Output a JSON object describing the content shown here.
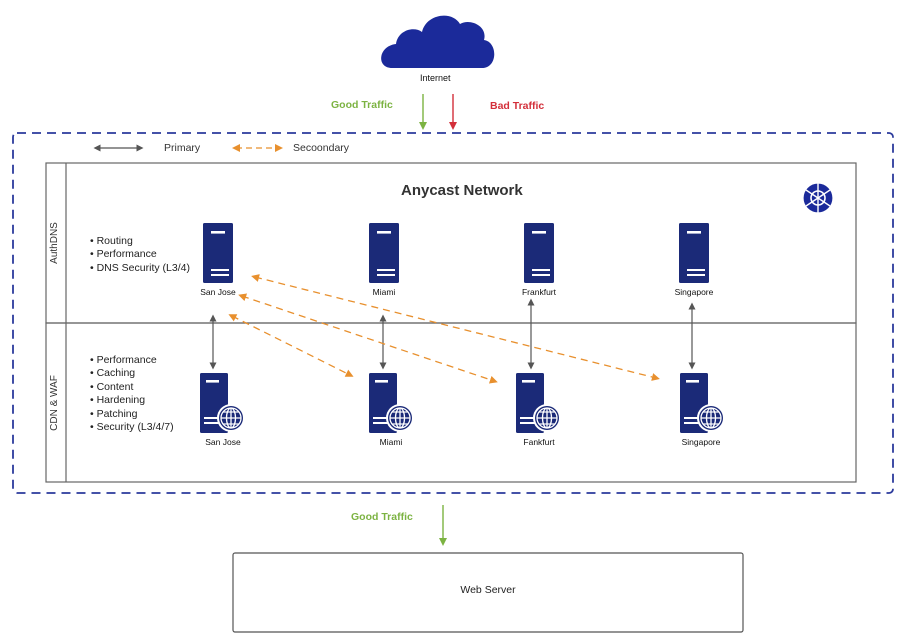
{
  "cloud": {
    "label": "Internet"
  },
  "traffic_in": {
    "good": "Good Traffic",
    "bad": "Bad Traffic"
  },
  "traffic_out": {
    "good": "Good Traffic"
  },
  "legend": {
    "primary": "Primary",
    "secondary": "Secoondary"
  },
  "network": {
    "title": "Anycast Network"
  },
  "auth_dns": {
    "section_label": "AuthDNS",
    "features": [
      "Routing",
      "Performance",
      "DNS Security (L3/4)"
    ],
    "nodes": [
      "San Jose",
      "Miami",
      "Frankfurt",
      "Singapore"
    ]
  },
  "cdn_waf": {
    "section_label": "CDN & WAF",
    "features": [
      "Performance",
      "Caching",
      "Content",
      "Hardening",
      "Patching",
      "Security (L3/4/7)"
    ],
    "nodes": [
      "San Jose",
      "Miami",
      "Fankfurt",
      "Singapore"
    ]
  },
  "web_server": {
    "label": "Web Server"
  },
  "colors": {
    "good": "#7cb342",
    "bad": "#d32f3a",
    "server": "#1b2a78",
    "dashed_border": "#2b3a9c",
    "secondary_arrow": "#e8902e",
    "primary_arrow": "#555555"
  }
}
